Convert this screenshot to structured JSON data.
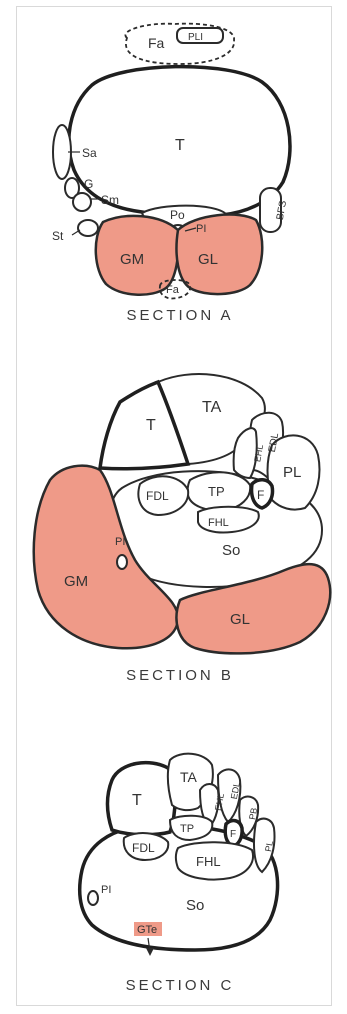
{
  "colors": {
    "muscle_fill": "#ef9a88",
    "outline": "#2b2b2b",
    "background": "#ffffff"
  },
  "section_a": {
    "caption": "SECTION A",
    "labels": {
      "fa_top": "Fa",
      "pli": "PLI",
      "t": "T",
      "sa": "Sa",
      "g": "G",
      "sm": "Sm",
      "st": "St",
      "po": "Po",
      "pi": "PI",
      "bfs": "BFS",
      "gm": "GM",
      "gl": "GL",
      "fa_bottom": "Fa"
    }
  },
  "section_b": {
    "caption": "SECTION B",
    "labels": {
      "t": "T",
      "ta": "TA",
      "ehl": "EHL",
      "edl": "EDL",
      "pl": "PL",
      "fdl": "FDL",
      "tp": "TP",
      "f": "F",
      "fhl": "FHL",
      "pi": "PI",
      "so": "So",
      "gm": "GM",
      "gl": "GL"
    }
  },
  "section_c": {
    "caption": "SECTION C",
    "labels": {
      "t": "T",
      "ta": "TA",
      "ehl": "EHL",
      "edl": "EDL",
      "pb": "PB",
      "pl": "PL",
      "tp": "TP",
      "f": "F",
      "fdl": "FDL",
      "fhl": "FHL",
      "pi": "PI",
      "so": "So",
      "gte": "GTe"
    }
  }
}
